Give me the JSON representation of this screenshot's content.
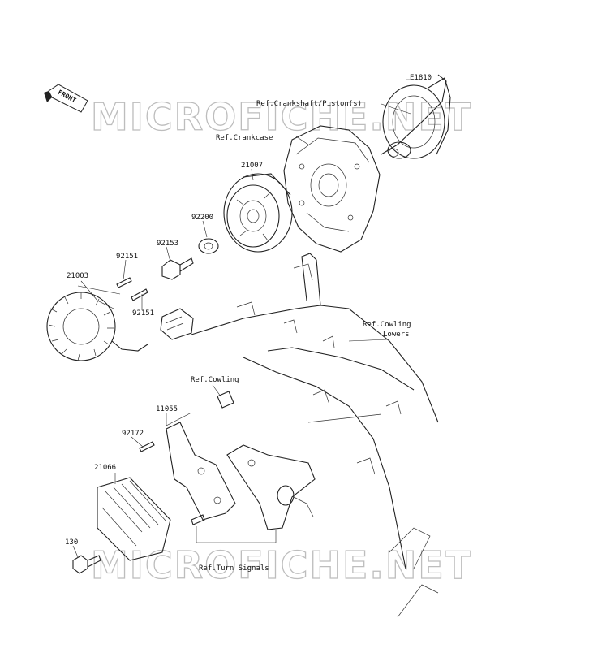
{
  "diagram": {
    "code": "E1810",
    "front_label": "FRONT",
    "watermark": "MICROFICHE.NET",
    "references": {
      "crankshaft": "Ref.Crankshaft/Piston(s)",
      "crankcase": "Ref.Crankcase",
      "cowling_lowers_1": "Ref.Cowling",
      "cowling_lowers_2": "Lowers",
      "cowling": "Ref.Cowling",
      "turn_signals": "Ref.Turn Signals"
    },
    "parts": {
      "p21007": "21007",
      "p92200": "92200",
      "p92153": "92153",
      "p92151a": "92151",
      "p92151b": "92151",
      "p21003": "21003",
      "p11055": "11055",
      "p92172": "92172",
      "p21066": "21066",
      "p130": "130"
    }
  }
}
